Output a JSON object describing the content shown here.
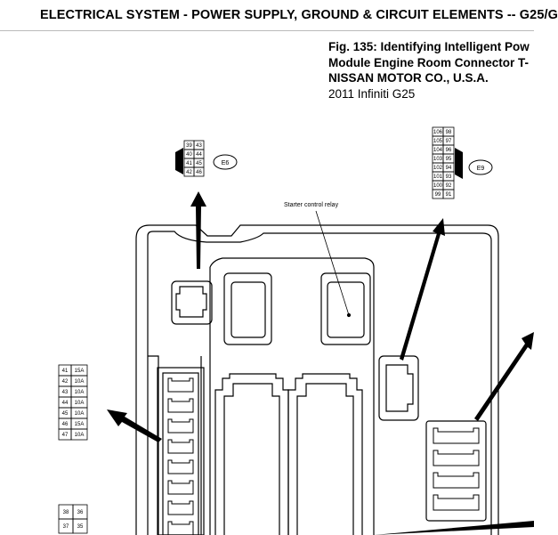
{
  "header": {
    "title": "ELECTRICAL SYSTEM - POWER SUPPLY, GROUND & CIRCUIT ELEMENTS -- G25/G"
  },
  "figure": {
    "title_line1": "Fig. 135: Identifying Intelligent Pow",
    "title_line2": "Module Engine Room Connector T-",
    "maker": "NISSAN MOTOR CO., U.S.A.",
    "model": "2011 Infiniti G25"
  },
  "diagram": {
    "relay_label": "Starter control relay",
    "e6": {
      "label": "E6",
      "pins": [
        [
          "39",
          "43"
        ],
        [
          "40",
          "44"
        ],
        [
          "41",
          "45"
        ],
        [
          "42",
          "46"
        ]
      ]
    },
    "e9": {
      "label": "E9",
      "pins": [
        [
          "106",
          "98"
        ],
        [
          "105",
          "97"
        ],
        [
          "104",
          "96"
        ],
        [
          "103",
          "95"
        ],
        [
          "102",
          "94"
        ],
        [
          "101",
          "93"
        ],
        [
          "100",
          "92"
        ],
        [
          "99",
          "91"
        ]
      ]
    },
    "fuses": [
      [
        "41",
        "15A"
      ],
      [
        "42",
        "10A"
      ],
      [
        "43",
        "10A"
      ],
      [
        "44",
        "10A"
      ],
      [
        "45",
        "10A"
      ],
      [
        "46",
        "15A"
      ],
      [
        "47",
        "10A"
      ]
    ],
    "lower_pins": [
      [
        "38",
        "36"
      ],
      [
        "37",
        "35"
      ]
    ]
  }
}
